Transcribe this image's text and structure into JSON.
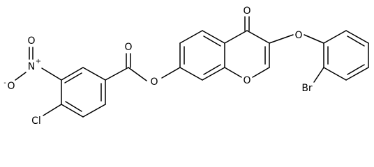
{
  "structure": {
    "atom_labels": {
      "ketone_oxygen": "O",
      "ether_oxygen": "O",
      "ring_oxygen": "O",
      "ester_carbonyl_oxygen": "O",
      "ester_oxygen": "O",
      "nitrogen": "N",
      "nitro_oxygen_top": "O",
      "nitro_oxygen_left": "O",
      "charge_minus": "-",
      "charge_plus": "+",
      "chlorine": "Cl",
      "bromine": "Br"
    },
    "colors": {
      "bond": "#000000",
      "label": "#000000",
      "background": "#ffffff"
    }
  }
}
